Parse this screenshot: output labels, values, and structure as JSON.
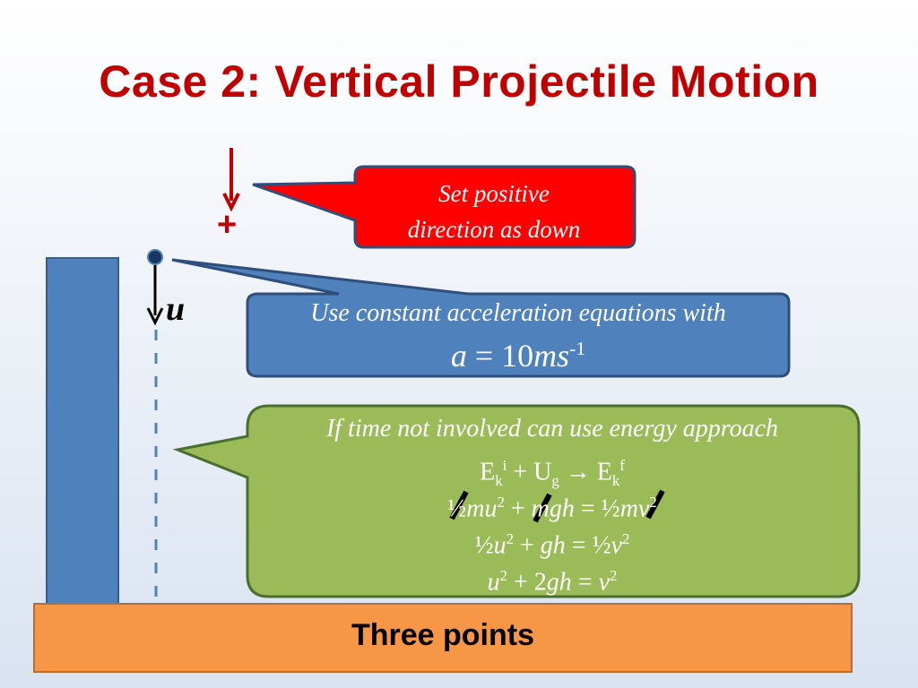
{
  "slide": {
    "title": "Case 2: Vertical Projectile Motion",
    "plus_sign": "+",
    "velocity_label": "u",
    "callout_red": {
      "line1": "Set positive",
      "line2": "direction as down"
    },
    "callout_blue": {
      "line1": "Use constant acceleration  equations with",
      "eq_lhs": "a",
      "eq_mid": " = 10",
      "eq_unit": "ms",
      "eq_exp": "-1"
    },
    "callout_green": {
      "line1": "If time not involved can use energy approach",
      "energy_eq": {
        "ek_initial": "E",
        "ek_sub": "k",
        "ek_sup": "i",
        "plus": " + U",
        "ug_sub": "g",
        "arrow": " → E",
        "ekf_sub": "k",
        "ekf_sup": "f"
      },
      "eq_full": {
        "a": "½",
        "m1": "m",
        "u": "u",
        "exp": "2",
        "plus": " + ",
        "m2": "m",
        "gh": "gh",
        "eq": " = ½",
        "m3": "m",
        "v": "v",
        "exp2": "2"
      },
      "eq_cancel": {
        "half": "½",
        "u": "u",
        "exp": "2",
        "plus": " + ",
        "gh": "gh",
        "eq": " = ½",
        "v": "v",
        "exp2": "2"
      },
      "eq_final": {
        "u": "u",
        "exp": "2",
        "plus": " + 2",
        "gh": "gh",
        "eq": " = ",
        "v": "v",
        "exp2": "2"
      }
    },
    "ground_label": "Three points",
    "colors": {
      "title": "#c00000",
      "red_box": "#ff0000",
      "blue_box": "#4f81bd",
      "green_box": "#9bbb59",
      "ground": "#f79646",
      "building": "#4f81bd"
    }
  }
}
